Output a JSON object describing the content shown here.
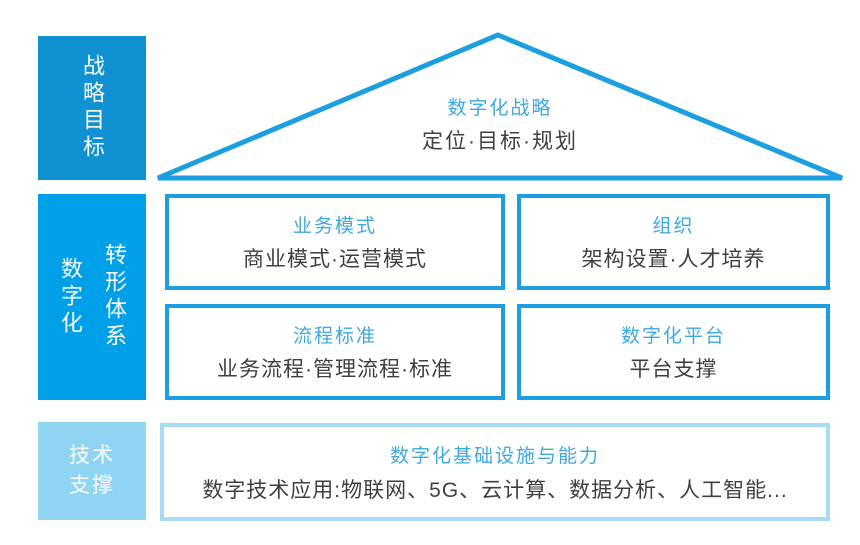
{
  "colors": {
    "primary_blue": "#00A0E9",
    "dark_blue": "#1092D2",
    "light_blue_fill": "#8FD4F2",
    "light_blue_border": "#A8DCF5",
    "border_blue": "#1B9FE0",
    "title_blue": "#3FA9DE",
    "text_dark": "#3F3F3F"
  },
  "left_rail": {
    "strategy_label": "战略目标",
    "system_label_col_left": "数字化",
    "system_label_col_right": "转形体系",
    "tech_label_line1": "技术",
    "tech_label_line2": "支撑"
  },
  "roof": {
    "title": "数字化战略",
    "subtitle": "定位·目标·规划"
  },
  "grid": {
    "cells": [
      {
        "title": "业务模式",
        "subtitle": "商业模式·运营模式"
      },
      {
        "title": "组织",
        "subtitle": "架构设置·人才培养"
      },
      {
        "title": "流程标准",
        "subtitle": "业务流程·管理流程·标准"
      },
      {
        "title": "数字化平台",
        "subtitle": "平台支撑"
      }
    ]
  },
  "foundation": {
    "title": "数字化基础设施与能力",
    "subtitle": "数字技术应用:物联网、5G、云计算、数据分析、人工智能..."
  }
}
